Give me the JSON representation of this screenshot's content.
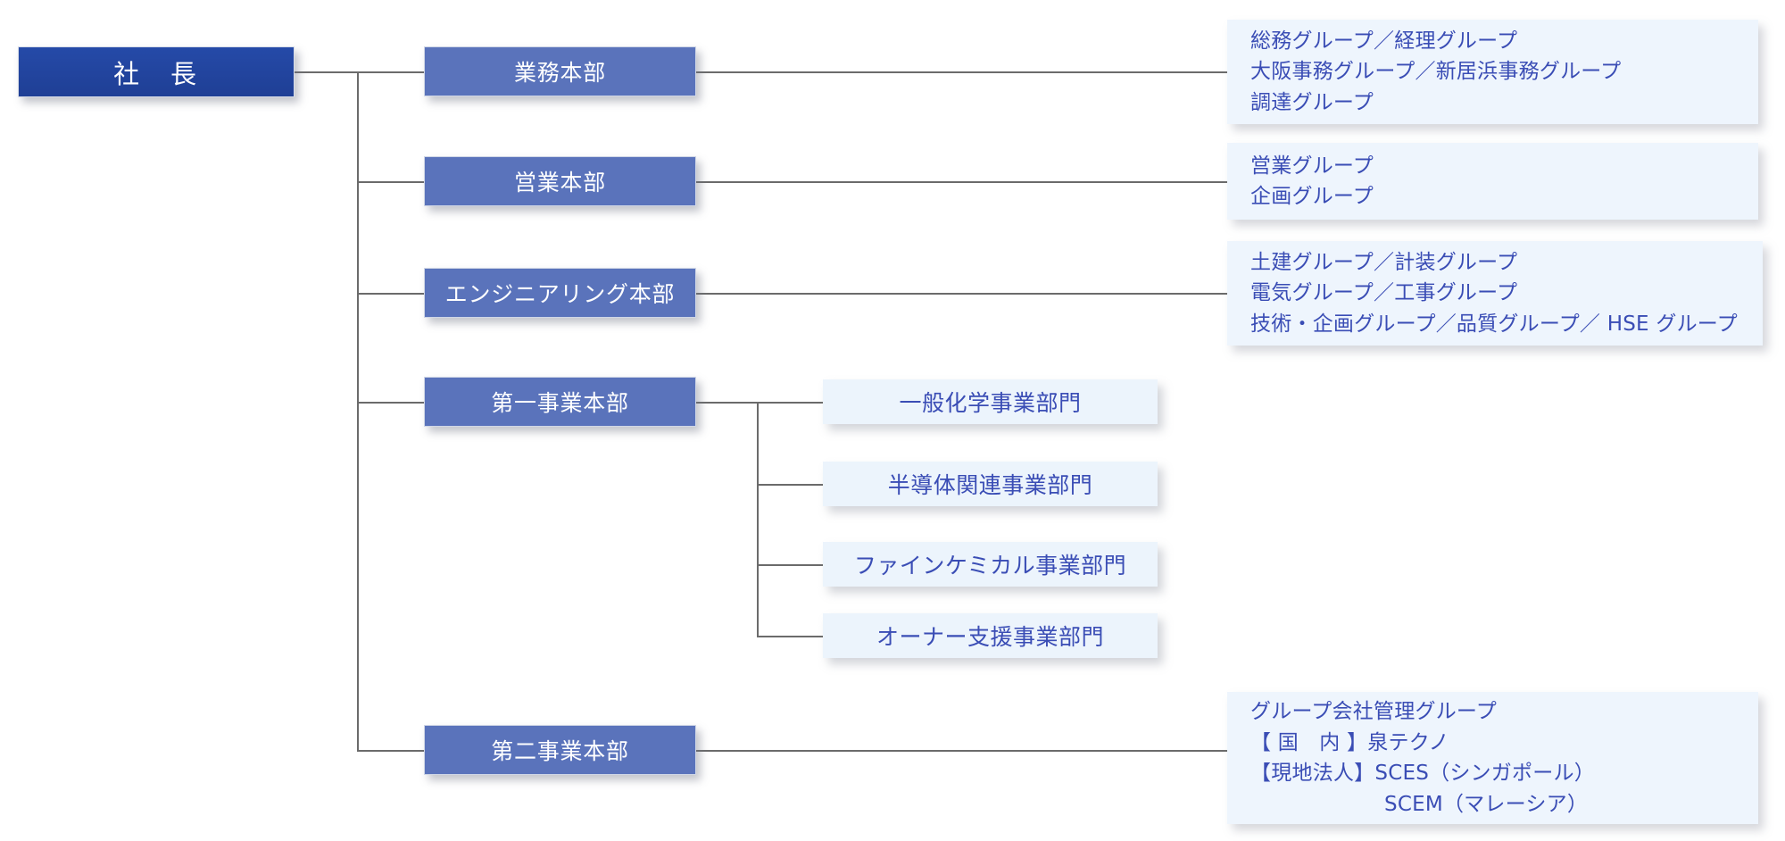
{
  "diagram": {
    "title": "organization-chart",
    "colors": {
      "president_box": "#224099",
      "department_box": "#5a73bb",
      "unit_box_bg": "#ecf4fc",
      "panel_bg": "#eef5fd",
      "panel_text": "#3a4db5",
      "connector_line": "#6b6b6b",
      "background": "#ffffff"
    }
  },
  "root": {
    "label": "社　長"
  },
  "departments": [
    {
      "id": "gyomu",
      "label": "業務本部"
    },
    {
      "id": "eigyo",
      "label": "営業本部"
    },
    {
      "id": "engineering",
      "label": "エンジニアリング本部"
    },
    {
      "id": "daiichi",
      "label": "第一事業本部"
    },
    {
      "id": "daini",
      "label": "第二事業本部"
    }
  ],
  "units": [
    {
      "id": "ippan-kagaku",
      "label": "一般化学事業部門"
    },
    {
      "id": "handotai",
      "label": "半導体関連事業部門"
    },
    {
      "id": "fine-chemical",
      "label": "ファインケミカル事業部門"
    },
    {
      "id": "owner-shien",
      "label": "オーナー支援事業部門"
    }
  ],
  "panels": [
    {
      "id": "gyomu-groups",
      "lines": [
        {
          "text": "総務グループ／経理グループ",
          "indent": false
        },
        {
          "text": "大阪事務グループ／新居浜事務グループ",
          "indent": false
        },
        {
          "text": "調達グループ",
          "indent": false
        }
      ]
    },
    {
      "id": "eigyo-groups",
      "lines": [
        {
          "text": "営業グループ",
          "indent": false
        },
        {
          "text": "企画グループ",
          "indent": false
        }
      ]
    },
    {
      "id": "engineering-groups",
      "lines": [
        {
          "text": "土建グループ／計装グループ",
          "indent": false
        },
        {
          "text": "電気グループ／工事グループ",
          "indent": false
        },
        {
          "text": "技術・企画グループ／品質グループ／ HSE グループ",
          "indent": false
        }
      ]
    },
    {
      "id": "daini-groups",
      "lines": [
        {
          "text": "グループ会社管理グループ",
          "indent": false
        },
        {
          "text": "【 国　内 】泉テクノ",
          "indent": false
        },
        {
          "text": "【現地法人】SCES（シンガポール）",
          "indent": false
        },
        {
          "text": "SCEM（マレーシア）",
          "indent": true
        }
      ]
    }
  ]
}
